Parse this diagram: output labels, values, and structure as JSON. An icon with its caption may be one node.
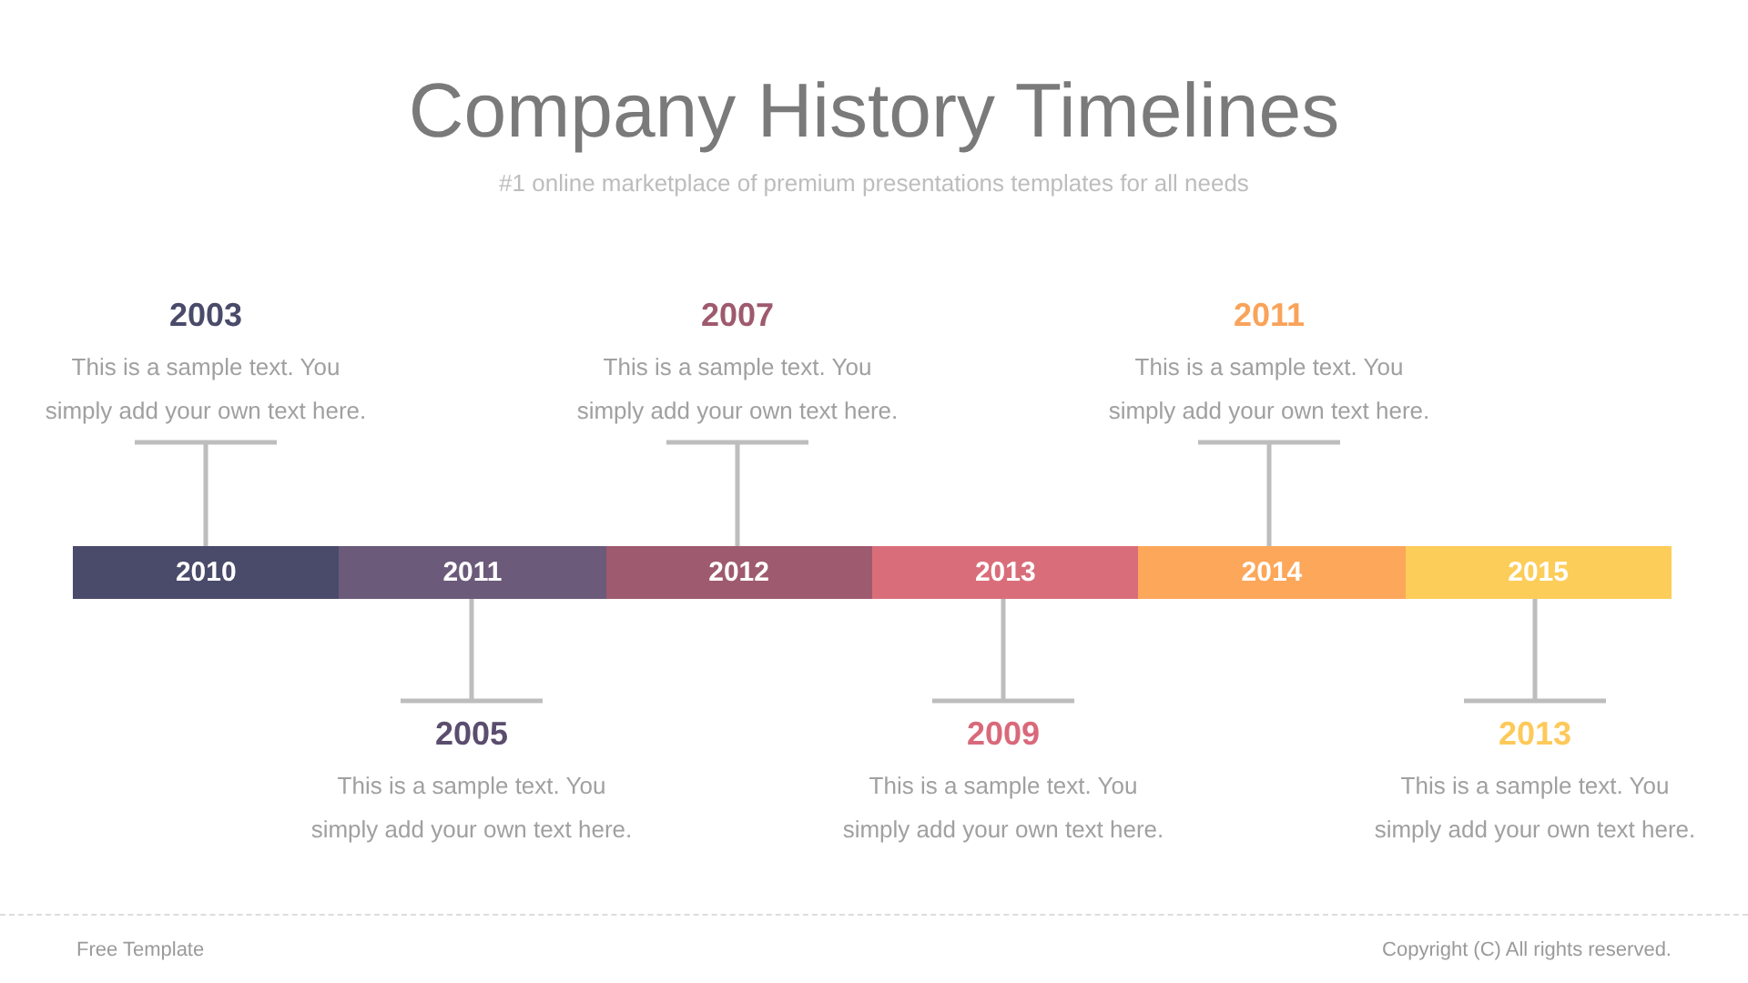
{
  "diagram": {
    "title": "Company History Timelines",
    "nodes": [
      {
        "text": [
          "2003",
          "This is a sample text. You simply add your own text here."
        ]
      },
      {
        "text": [
          "2007",
          "This is a sample text. You simply add your own text here."
        ]
      },
      {
        "text": [
          "2011",
          "This is a sample text. You simply add your own text here."
        ]
      },
      {
        "text": [
          "2010"
        ]
      },
      {
        "text": [
          "2011"
        ]
      },
      {
        "text": [
          "2012"
        ]
      },
      {
        "text": [
          "2013"
        ]
      },
      {
        "text": [
          "2014"
        ]
      },
      {
        "text": [
          "2015"
        ]
      },
      {
        "text": [
          "2005",
          "This is a sample text. You simply add your own text here."
        ]
      },
      {
        "text": [
          "2009",
          "This is a sample text. You simply add your own text here."
        ]
      },
      {
        "text": [
          "2013",
          "This is a sample text. You simply add your own text here."
        ]
      }
    ],
    "edges": [
      {
        "from": 0,
        "to": 3,
        "arrow": "other"
      },
      {
        "from": 1,
        "to": 5,
        "arrow": "other"
      },
      {
        "from": 2,
        "to": 7,
        "arrow": "other"
      },
      {
        "from": 9,
        "to": 4,
        "arrow": "other"
      },
      {
        "from": 10,
        "to": 6,
        "arrow": "other"
      },
      {
        "from": 11,
        "to": 8,
        "arrow": "other"
      }
    ],
    "labels": [
      "#1 online marketplace of premium presentations templates for all needs",
      "Free Template",
      "Copyright (C) All rights reserved."
    ]
  }
}
